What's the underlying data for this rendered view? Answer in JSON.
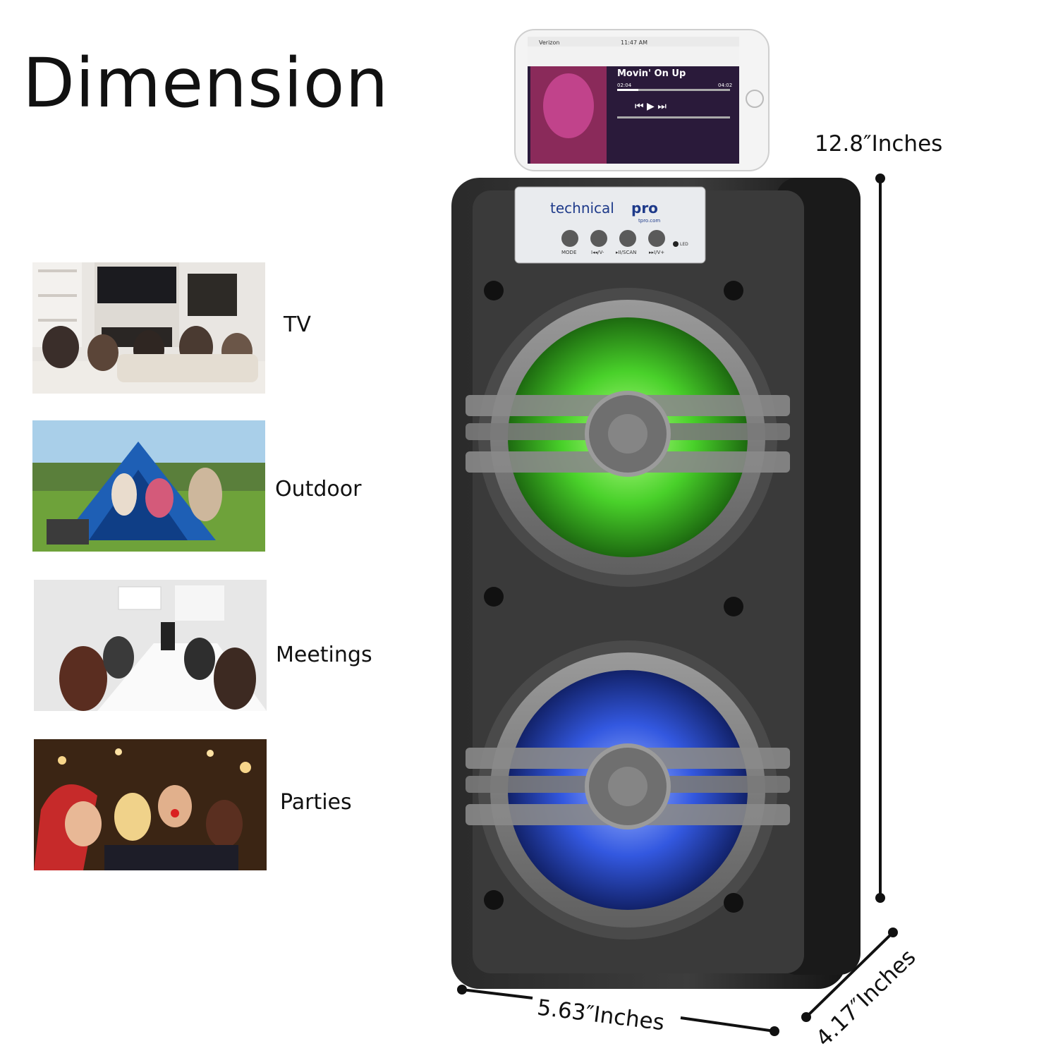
{
  "title": "Dimension",
  "uses": [
    {
      "label": "TV"
    },
    {
      "label": "Outdoor"
    },
    {
      "label": "Meetings"
    },
    {
      "label": "Parties"
    }
  ],
  "dimensions": {
    "height": "12.8″Inches",
    "width": "5.63″Inches",
    "depth": "4.17″Inches"
  },
  "speaker": {
    "brand_left": "technical",
    "brand_right": "pro",
    "brand_url": "tpro.com",
    "buttons": [
      "MODE",
      "I◂◂/V-",
      "▸II/SCAN",
      "▸▸I/V+"
    ],
    "led_label": "LED",
    "upper_light_color": "#3fe01f",
    "lower_light_color": "#2f57e8"
  },
  "phone": {
    "carrier": "Verizon",
    "time": "11:47 AM",
    "song_title": "Movin' On Up",
    "elapsed": "02:04",
    "total": "04:02"
  }
}
